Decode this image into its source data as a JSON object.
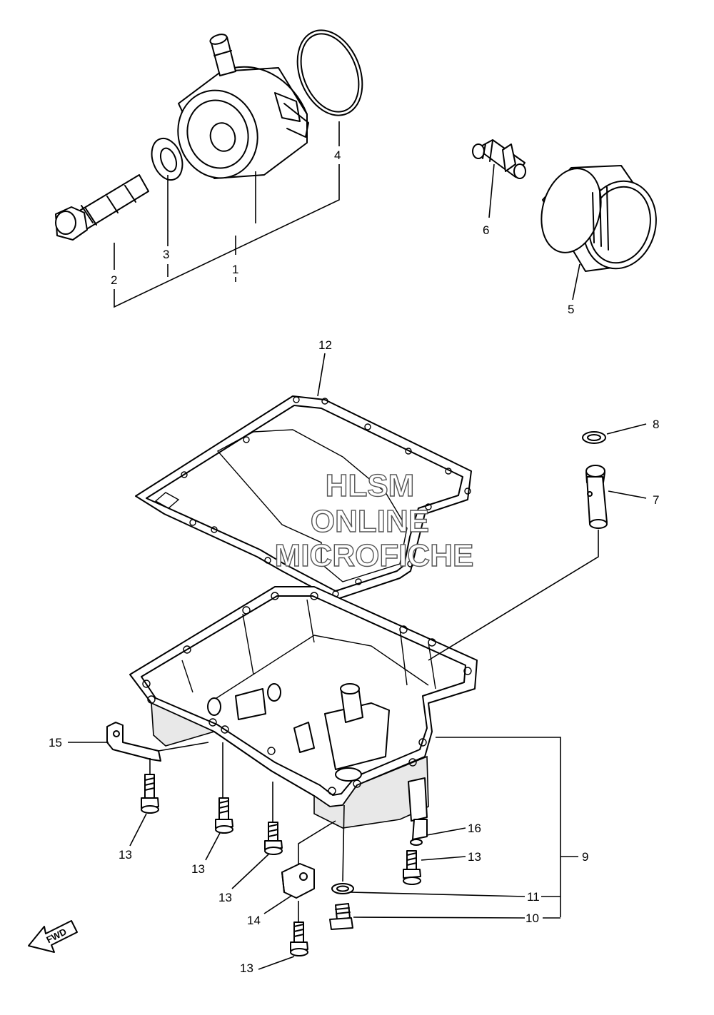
{
  "watermark": {
    "line1": "HLSM",
    "line2": "ONLINE",
    "line3": "MICROFICHE"
  },
  "fwd_label": "FWD",
  "callouts": {
    "c1": "1",
    "c2": "2",
    "c3": "3",
    "c4": "4",
    "c5": "5",
    "c6": "6",
    "c7": "7",
    "c8": "8",
    "c9": "9",
    "c10": "10",
    "c11": "11",
    "c12": "12",
    "c13a": "13",
    "c13b": "13",
    "c13c": "13",
    "c13d": "13",
    "c13e": "13",
    "c14": "14",
    "c15": "15",
    "c16": "16"
  }
}
